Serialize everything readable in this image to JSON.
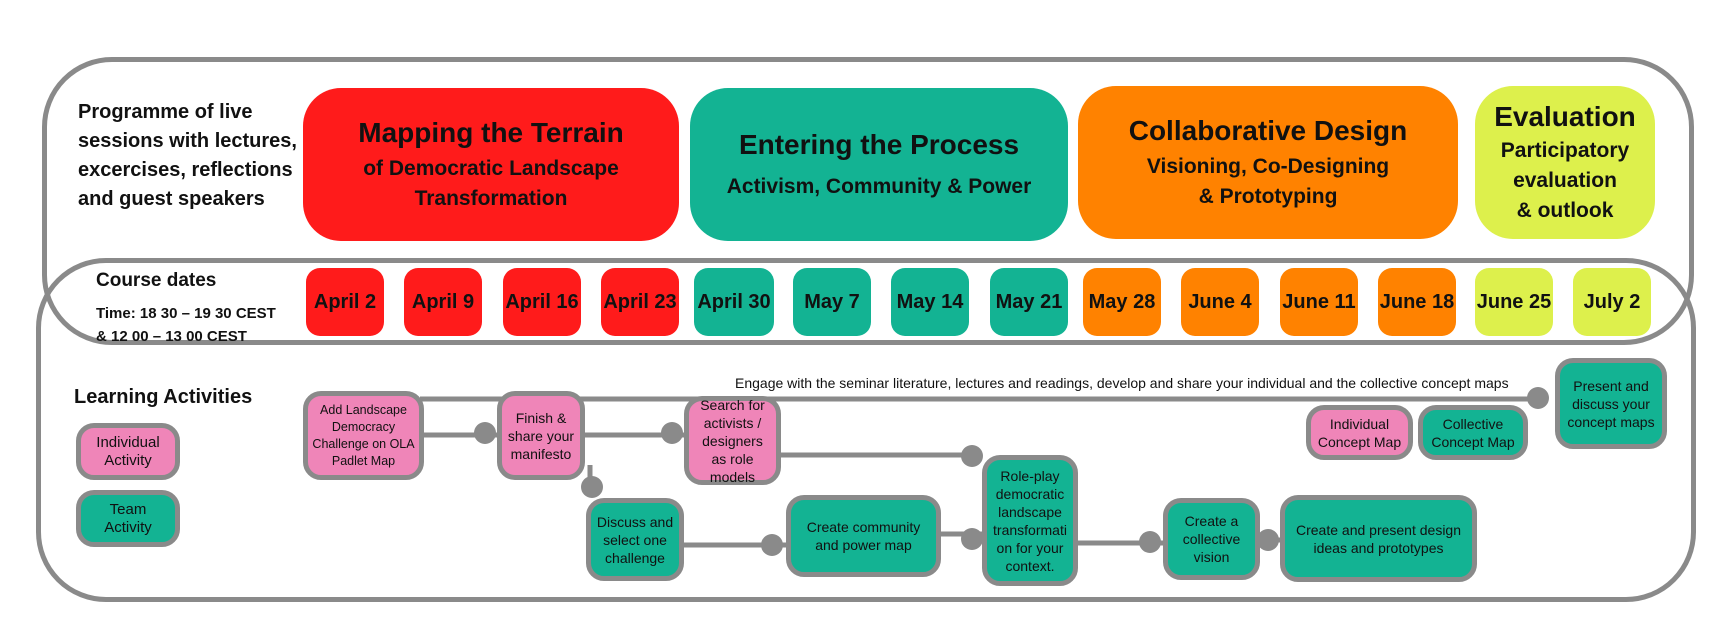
{
  "intro": {
    "line1": "Programme of live",
    "line2": "sessions with lectures,",
    "line3": "excercises, reflections",
    "line4": "and guest speakers"
  },
  "phases": [
    {
      "title": "Mapping the Terrain",
      "sub1": "of Democratic Landscape",
      "sub2": "Transformation",
      "color": "#ff1b1b"
    },
    {
      "title": "Entering the Process",
      "sub1": "Activism, Community & Power",
      "sub2": "",
      "color": "#13b393"
    },
    {
      "title": "Collaborative Design",
      "sub1": "Visioning, Co-Designing",
      "sub2": "& Prototyping",
      "color": "#ff8200"
    },
    {
      "title": "Evaluation",
      "sub1": "Participatory",
      "sub2": "evaluation",
      "sub3": "& outlook",
      "color": "#ddf04c"
    }
  ],
  "course": {
    "label": "Course dates",
    "time1": "Time: 18 30 – 19 30 CEST",
    "time2": "& 12 00 – 13 00 CEST"
  },
  "dates": [
    "April 2",
    "April 9",
    "April 16",
    "April 23",
    "April 30",
    "May 7",
    "May 14",
    "May 21",
    "May 28",
    "June 4",
    "June 11",
    "June 18",
    "June 25",
    "July 2"
  ],
  "learning": {
    "label": "Learning Activities",
    "individual": "Individual Activity",
    "team": "Team Activity"
  },
  "engage_text": "Engage with the seminar literature, lectures and readings, develop and share your individual and the collective concept maps",
  "activities": {
    "add_challenge": "Add Landscape Democracy Challenge on OLA Padlet Map",
    "manifesto": "Finish & share your manifesto",
    "search": "Search for activists / designers as role models",
    "discuss": "Discuss and select one challenge",
    "community_map": "Create community and power map",
    "roleplay": "Role-play democratic landscape transformati on for your context.",
    "vision": "Create a collective vision",
    "design": "Create  and present design ideas and prototypes",
    "individual_map": "Individual Concept Map",
    "collective_map": "Collective Concept Map",
    "present": "Present and discuss your concept maps"
  },
  "colors": {
    "border": "#8a8a8a",
    "red": "#ff1b1b",
    "teal": "#13b393",
    "orange": "#ff8200",
    "lime": "#ddf04c",
    "pink": "#ef85b8"
  }
}
